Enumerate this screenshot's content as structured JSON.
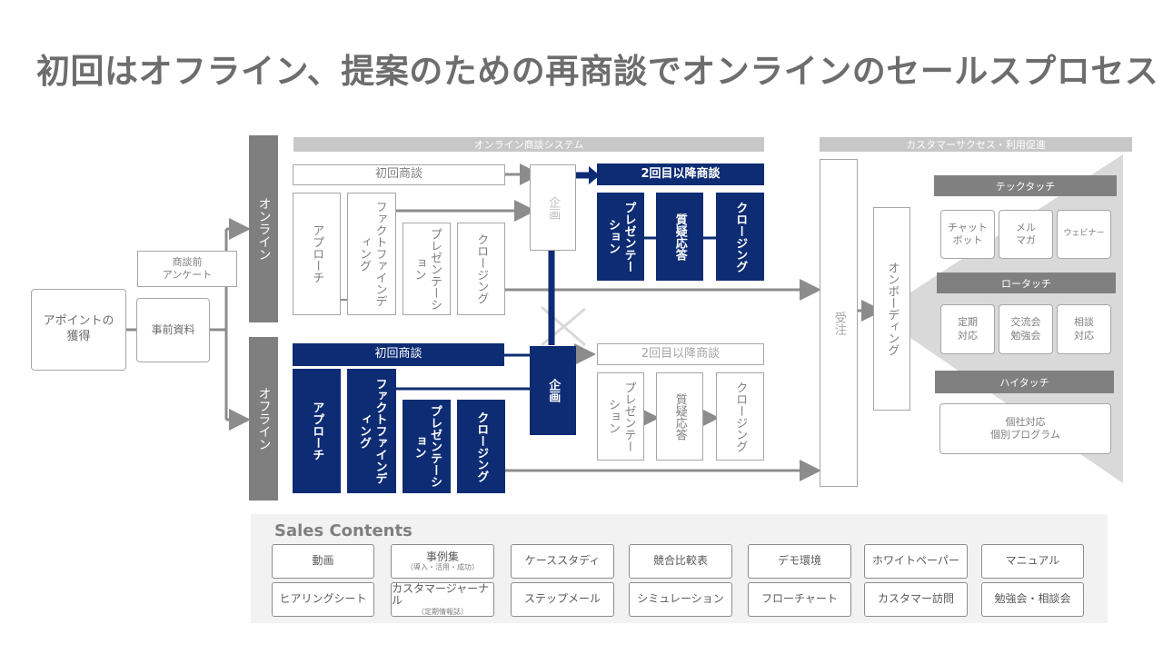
{
  "title": "初回はオフライン、提案のための再商談でオンラインのセールスプロセス",
  "left": {
    "appoint": "アポイントの\n獲得",
    "pre_survey": "商談前\nアンケート",
    "pre_material": "事前資料",
    "online_lane": "オンライン",
    "offline_lane": "オフライン"
  },
  "online_system": {
    "header": "オンライン商談システム",
    "first_meeting": "初回商談",
    "second_meeting": "2回目以降商談",
    "planning": "企画",
    "steps_first": [
      "アプローチ",
      "ファクトファインディング",
      "プレゼンテーション",
      "クロージング"
    ],
    "steps_second": [
      "プレゼンテーション",
      "質疑応答",
      "クロージング"
    ]
  },
  "offline_system": {
    "first_meeting": "初回商談",
    "second_meeting": "2回目以降商談",
    "planning": "企画",
    "steps_first": [
      "アプローチ",
      "ファクトファインディング",
      "プレゼンテーション",
      "クロージング"
    ],
    "steps_second": [
      "プレゼンテーション",
      "質疑応答",
      "クロージング"
    ]
  },
  "customer_success": {
    "header": "カスタマーサクセス・利用促進",
    "order": "受注",
    "onboarding": "オンボーディング",
    "tech_touch": {
      "label": "テックタッチ",
      "items": [
        "チャット\nボット",
        "メル\nマガ",
        "ウェビナー"
      ]
    },
    "low_touch": {
      "label": "ロータッチ",
      "items": [
        "定期\n対応",
        "交流会\n勉強会",
        "相談\n対応"
      ]
    },
    "high_touch": {
      "label": "ハイタッチ",
      "items": [
        "個社対応\n個別プログラム"
      ]
    }
  },
  "sales_contents": {
    "title": "Sales Contents",
    "row1": [
      {
        "label": "動画",
        "sub": ""
      },
      {
        "label": "事例集",
        "sub": "（導入・活用・成功）"
      },
      {
        "label": "ケーススタディ",
        "sub": ""
      },
      {
        "label": "競合比較表",
        "sub": ""
      },
      {
        "label": "デモ環境",
        "sub": ""
      },
      {
        "label": "ホワイトペーパー",
        "sub": ""
      },
      {
        "label": "マニュアル",
        "sub": ""
      }
    ],
    "row2": [
      {
        "label": "ヒアリングシート",
        "sub": ""
      },
      {
        "label": "カスタマージャーナル",
        "sub": "（定期情報誌）"
      },
      {
        "label": "ステップメール",
        "sub": ""
      },
      {
        "label": "シミュレーション",
        "sub": ""
      },
      {
        "label": "フローチャート",
        "sub": ""
      },
      {
        "label": "カスタマー訪問",
        "sub": ""
      },
      {
        "label": "勉強会・相談会",
        "sub": ""
      }
    ]
  },
  "colors": {
    "navy": "#0d2c74",
    "gray_bar": "#7f7f7f",
    "light_bar": "#c7c7c7",
    "border": "#a6a6a6"
  }
}
